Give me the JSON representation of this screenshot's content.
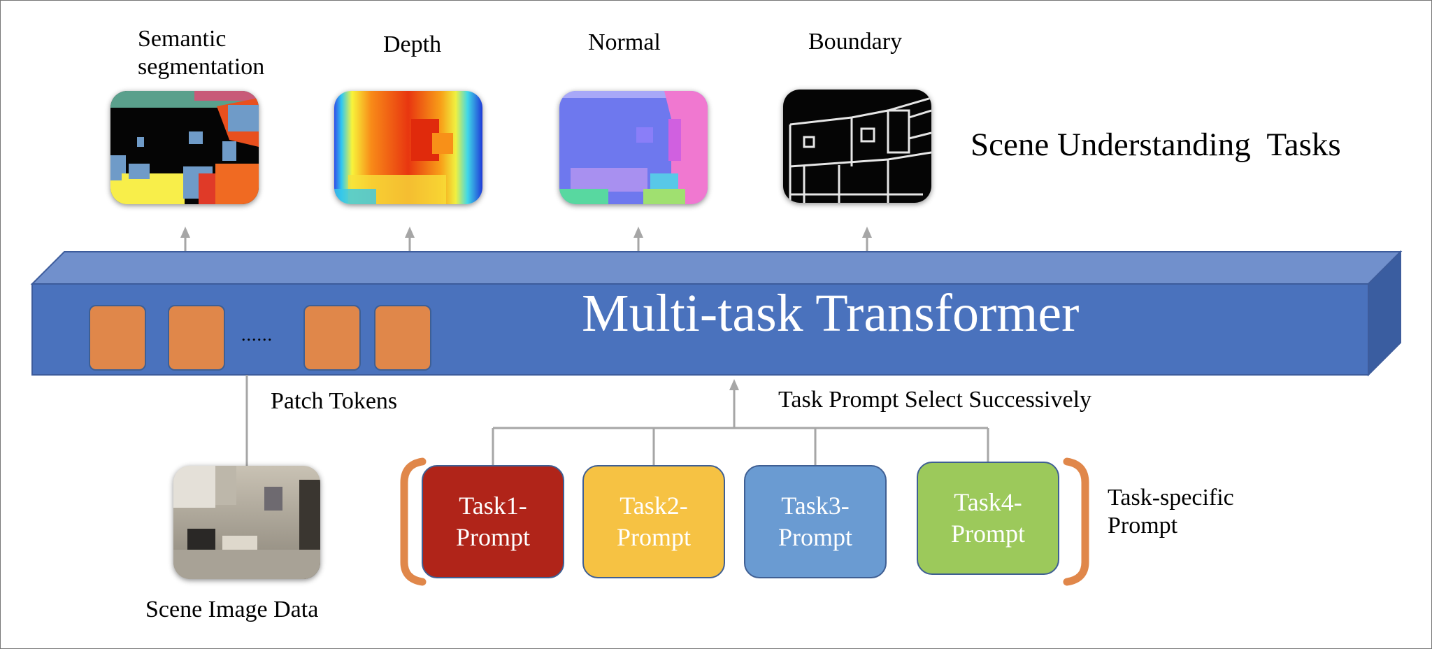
{
  "tasks": [
    {
      "label_line1": "Semantic",
      "label_line2": "segmentation"
    },
    {
      "label": "Depth"
    },
    {
      "label": "Normal"
    },
    {
      "label": "Boundary"
    }
  ],
  "scene_tasks_title": "Scene Understanding  Tasks",
  "transformer_title": "Multi-task Transformer",
  "token_dots": "......",
  "patch_tokens_label": "Patch Tokens",
  "task_prompt_select_label": "Task Prompt Select Successively",
  "scene_image_label": "Scene Image Data",
  "prompts": [
    {
      "line1": "Task1-",
      "line2": "Prompt",
      "color": "#b02419"
    },
    {
      "line1": "Task2-",
      "line2": "Prompt",
      "color": "#f6c243"
    },
    {
      "line1": "Task3-",
      "line2": "Prompt",
      "color": "#6a9bd2"
    },
    {
      "line1": "Task4-",
      "line2": "Prompt",
      "color": "#9cc95b"
    }
  ],
  "task_specific_label_line1": "Task-specific",
  "task_specific_label_line2": "Prompt",
  "colors": {
    "transformer_front": "#4a72bd",
    "transformer_top": "#7190cc",
    "transformer_side": "#3a5da0",
    "token": "#e0874a",
    "bracket": "#e0874a",
    "arrow": "#a6a6a6"
  }
}
